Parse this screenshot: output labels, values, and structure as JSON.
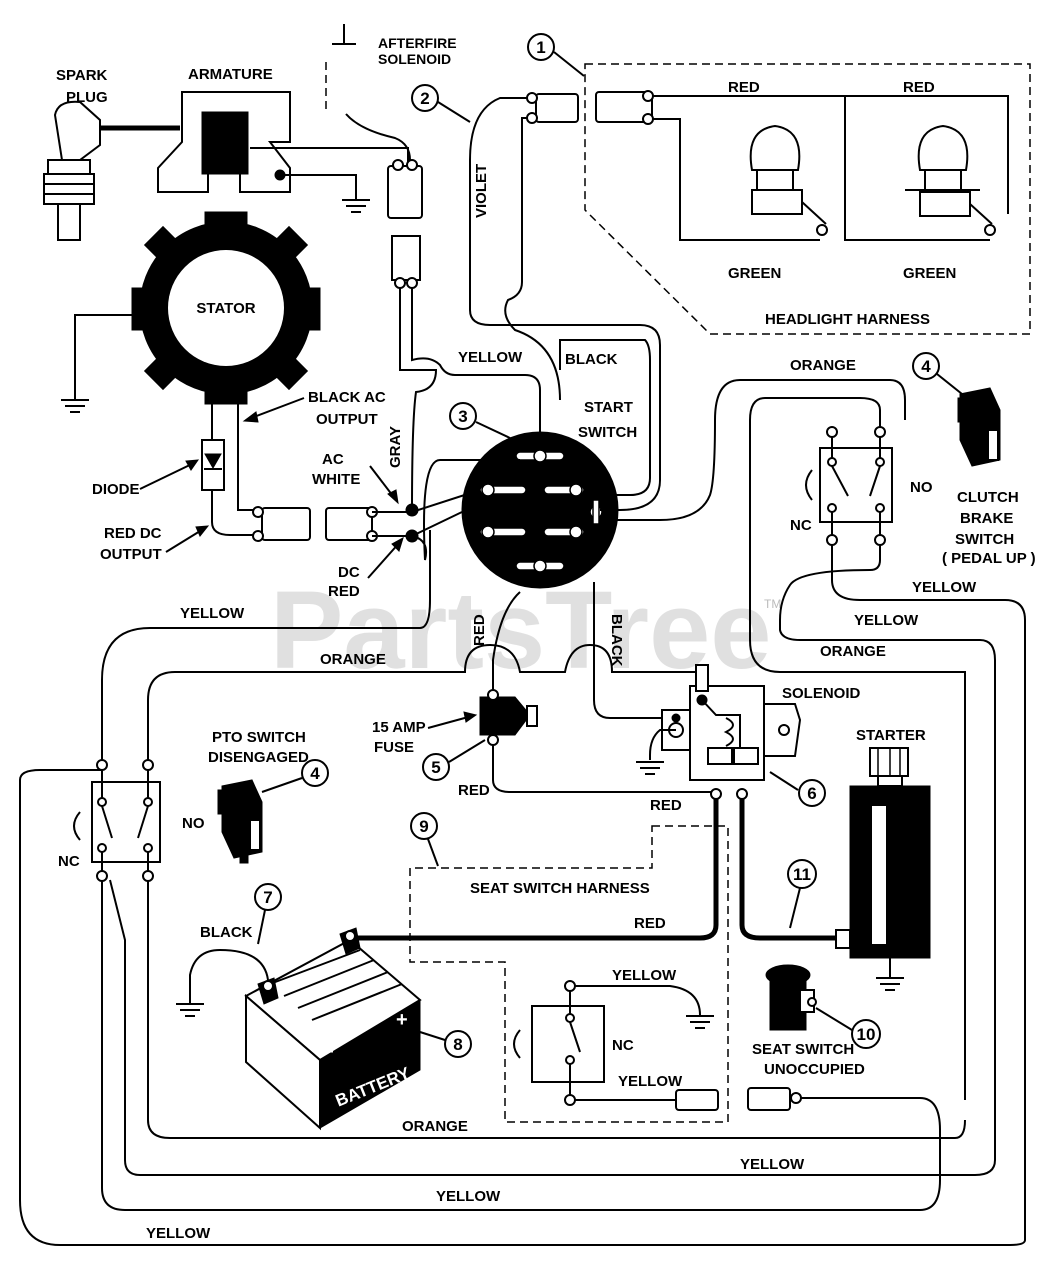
{
  "watermark": {
    "text": "PartsTree",
    "tm": "TM"
  },
  "components": {
    "spark_plug": "SPARK PLUG",
    "spark_plug_l1": "SPARK",
    "spark_plug_l2": "PLUG",
    "armature": "ARMATURE",
    "afterfire_l1": "AFTERFIRE",
    "afterfire_l2": "SOLENOID",
    "stator": "STATOR",
    "black_ac_l1": "BLACK AC",
    "black_ac_l2": "OUTPUT",
    "diode": "DIODE",
    "red_dc_l1": "RED DC",
    "red_dc_l2": "OUTPUT",
    "ac_white_l1": "AC",
    "ac_white_l2": "WHITE",
    "dc_red_l1": "DC",
    "dc_red_l2": "RED",
    "start_switch_l1": "START",
    "start_switch_l2": "SWITCH",
    "headlight_harness": "HEADLIGHT HARNESS",
    "clutch_l1": "CLUTCH",
    "clutch_l2": "BRAKE",
    "clutch_l3": "SWITCH",
    "clutch_l4": "( PEDAL UP )",
    "pto_l1": "PTO SWITCH",
    "pto_l2": "DISENGAGED",
    "fuse_l1": "15 AMP",
    "fuse_l2": "FUSE",
    "solenoid": "SOLENOID",
    "starter": "STARTER",
    "seat_switch_harness": "SEAT SWITCH HARNESS",
    "seat_switch_l1": "SEAT SWITCH",
    "seat_switch_l2": "UNOCCUPIED",
    "battery": "BATTERY",
    "no": "NO",
    "nc": "NC"
  },
  "wires": {
    "red": "RED",
    "green": "GREEN",
    "violet": "VIOLET",
    "yellow": "YELLOW",
    "black": "BLACK",
    "orange": "ORANGE",
    "gray": "GRAY"
  },
  "callouts": [
    "1",
    "2",
    "3",
    "4",
    "5",
    "6",
    "7",
    "8",
    "9",
    "10",
    "11"
  ]
}
